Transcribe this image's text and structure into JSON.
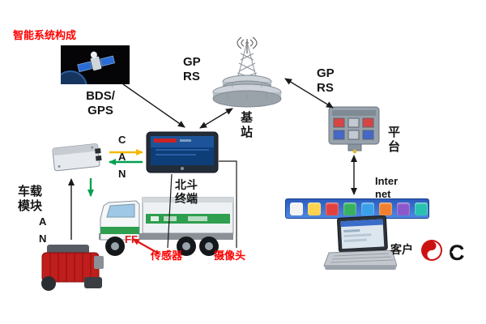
{
  "title": "智能系统构成",
  "labels": {
    "bds_gps": "BDS/\nGPS",
    "gprs_left": "GP\nRS",
    "gprs_right": "GP\nRS",
    "base_station": "基\n站",
    "platform": "平\n台",
    "terminal": "北斗\n终端",
    "can_bus": "C\nA\nN",
    "vehicle_module": "车载\n模块",
    "can_engine": "A\nN",
    "sensor": "传感器",
    "camera": "摄像头",
    "internet": "Inter\nnet",
    "customer": "客户",
    "truck_logo": "FF",
    "cummins_logo": "C"
  },
  "colors": {
    "title_red": "#ff0000",
    "annotation_red": "#e01818",
    "can_green": "#00a050",
    "can_yellow": "#f5b800"
  }
}
